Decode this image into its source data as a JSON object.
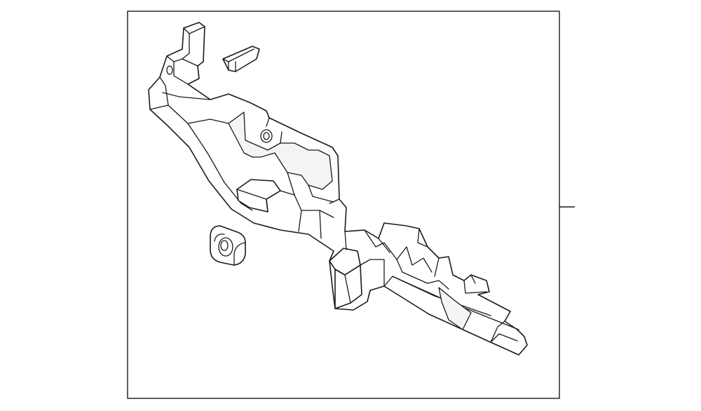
{
  "diagram": {
    "parts": [
      {
        "id": "main-bracket",
        "icon": "bracket-assembly-icon"
      },
      {
        "id": "clip",
        "icon": "clip-icon"
      },
      {
        "id": "nut",
        "icon": "square-nut-icon"
      }
    ],
    "colors": {
      "line": "#1a1a1a",
      "background": "#ffffff"
    }
  }
}
